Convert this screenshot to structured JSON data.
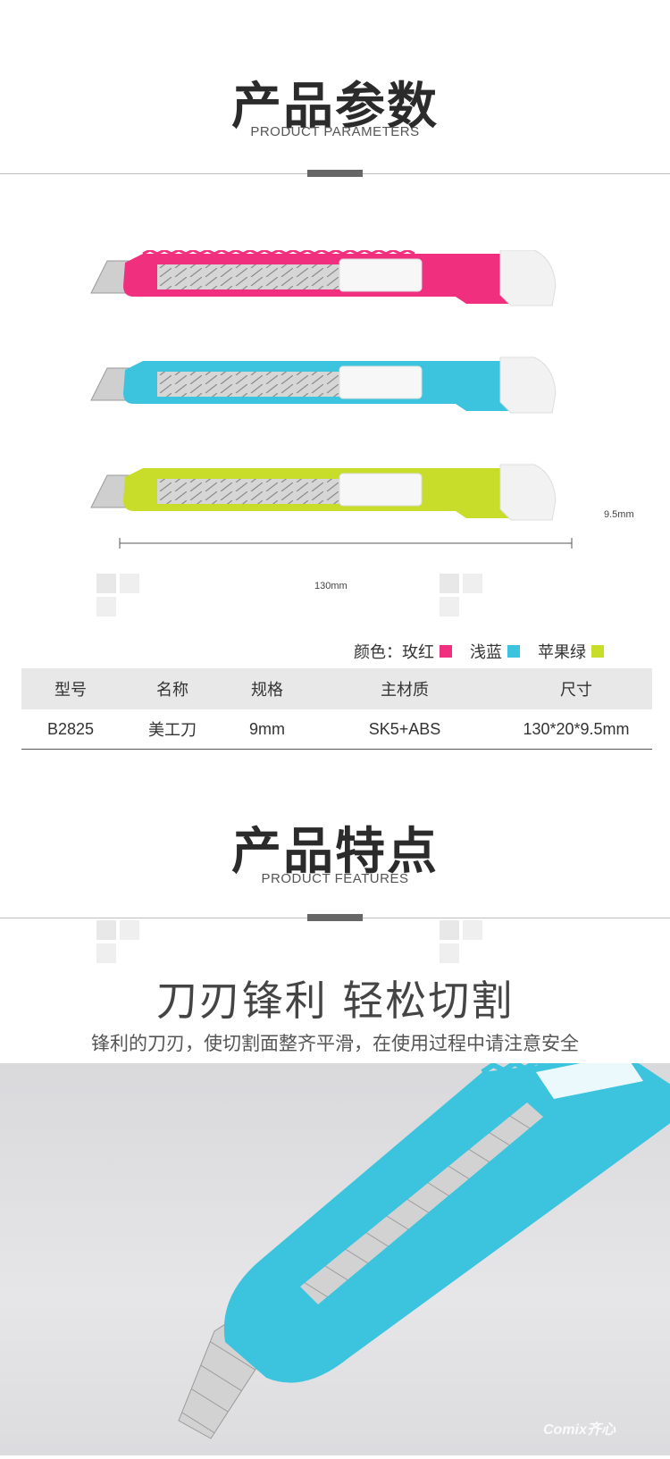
{
  "parameters": {
    "title_cn": "产品参数",
    "title_en": "PRODUCT PARAMETERS",
    "length_label": "130mm",
    "height_label": "9.5mm",
    "colors_label": "颜色：",
    "colors": [
      {
        "name": "玫红",
        "hex": "#f0307f"
      },
      {
        "name": "浅蓝",
        "hex": "#3cc4de"
      },
      {
        "name": "苹果绿",
        "hex": "#c8dc2a"
      }
    ],
    "table": {
      "headers": [
        "型号",
        "名称",
        "规格",
        "主材质",
        "尺寸"
      ],
      "row": [
        "B2825",
        "美工刀",
        "9mm",
        "SK5+ABS",
        "130*20*9.5mm"
      ]
    }
  },
  "features": {
    "title_cn": "产品特点",
    "title_en": "PRODUCT FEATURES",
    "headline": "刀刃锋利 轻松切割",
    "subline": "锋利的刀刃，使切割面整齐平滑，在使用过程中请注意安全"
  },
  "brand_mark": "Comix齐心",
  "icons": [
    "cutter-knife-icon",
    "watermark-logo-icon"
  ]
}
